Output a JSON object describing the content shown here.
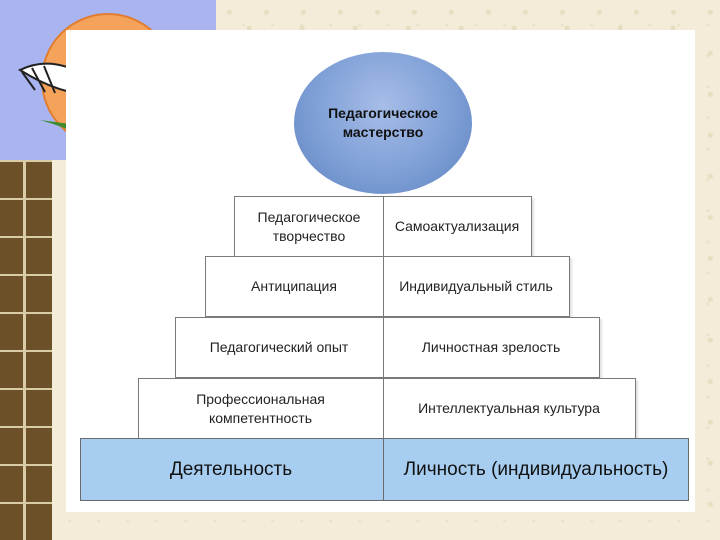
{
  "apex": {
    "label": "Педагогическое мастерство"
  },
  "tiers": [
    {
      "left": "Педагогическое творчество",
      "right": "Самоактуализация"
    },
    {
      "left": "Антиципация",
      "right": "Индивидуальный стиль"
    },
    {
      "left": "Педагогический опыт",
      "right": "Личностная зрелость"
    },
    {
      "left": "Профессиональная компетентность",
      "right": "Интеллектуальная культура"
    }
  ],
  "base": {
    "left": "Деятельность",
    "right": "Личность (индивидуальность)"
  },
  "logo": {
    "icon": "pelican-icon"
  },
  "colors": {
    "apex": "#7e9fd6",
    "base": "#a7cef0",
    "logo_background": "#a9b4f0",
    "sun": "#f5a25a"
  }
}
